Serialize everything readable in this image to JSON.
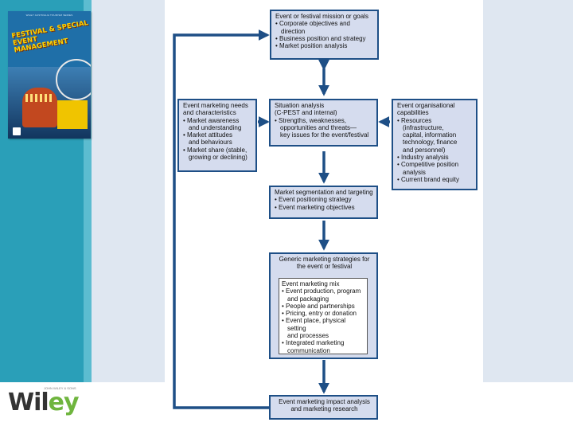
{
  "book": {
    "series_label": "WILEY AUSTRALIA TOURISM SERIES",
    "title": "FESTIVAL & SPECIAL EVENT MANAGEMENT",
    "alt": "Festival & Special Event Management book cover"
  },
  "publisher": {
    "logo_main": "Wil",
    "logo_accent": "ey",
    "logo_tail": "",
    "tagline": "JOHN WILEY & SONS"
  },
  "diagram": {
    "mission": {
      "title": "Event or festival mission or goals",
      "items": [
        "• Corporate objectives and\ndirection",
        "• Business position and strategy",
        "• Market position analysis"
      ]
    },
    "needs": {
      "title": "Event marketing needs\nand characteristics",
      "items": [
        "• Market awareness\nand understanding",
        "• Market attitudes\nand behaviours",
        "• Market share (stable,\ngrowing or declining)"
      ]
    },
    "situation": {
      "title": "Situation analysis\n(C-PEST and internal)",
      "items": [
        "• Strengths, weaknesses,\nopportunities and threats—\nkey issues for the event/festival"
      ]
    },
    "capabilities": {
      "title": "Event organisational\ncapabilities",
      "items": [
        "• Resources (infrastructure,\ncapital, information\ntechnology, finance\nand personnel)",
        "• Industry analysis",
        "• Competitive position\nanalysis",
        "• Current brand equity"
      ]
    },
    "segmentation": {
      "title": "Market segmentation and targeting",
      "items": [
        "• Event positioning strategy",
        "• Event marketing objectives"
      ]
    },
    "generic": {
      "title": "Generic marketing strategies for\nthe event or festival",
      "mix_title": "Event marketing mix",
      "mix_items": [
        "• Event production, program\nand packaging",
        "• People and partnerships",
        "• Pricing, entry or donation",
        "• Event place, physical setting\nand processes",
        "• Integrated marketing\ncommunication"
      ]
    },
    "impact": {
      "title": "Event marketing impact analysis\nand marketing research"
    },
    "colors": {
      "box_fill": "#d5dcee",
      "box_border": "#1e4f86",
      "arrow": "#1e4f86"
    }
  }
}
